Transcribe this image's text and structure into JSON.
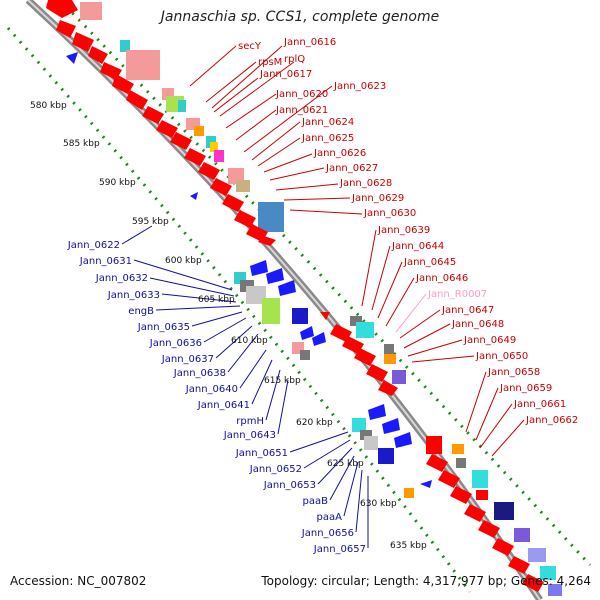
{
  "title": "Jannaschia sp. CCS1, complete genome",
  "accession": "Accession: NC_007802",
  "summary": "Topology: circular; Length: 4,317,977 bp; Genes: 4,264",
  "colors": {
    "forward_label": "#cc0000",
    "reverse_label": "#1010a0",
    "rna_label": "#ff99cc",
    "tick_label": "#111111",
    "backbone": "#888888",
    "dots": "#1a8a1a",
    "forward_gene": "#ff0000",
    "reverse_gene": "#1a1aff"
  },
  "ticks": [
    "580 kbp",
    "585 kbp",
    "590 kbp",
    "595 kbp",
    "600 kbp",
    "605 kbp",
    "610 kbp",
    "615 kbp",
    "620 kbp",
    "625 kbp",
    "630 kbp",
    "635 kbp"
  ],
  "forward_labels": [
    "secY",
    "rpsM",
    "rplQ",
    "Jann_0616",
    "Jann_0617",
    "Jann_0620",
    "Jann_0621",
    "Jann_0623",
    "Jann_0624",
    "Jann_0625",
    "Jann_0626",
    "Jann_0627",
    "Jann_0628",
    "Jann_0629",
    "Jann_0630",
    "Jann_0639",
    "Jann_0644",
    "Jann_0645",
    "Jann_0646",
    "Jann_R0007",
    "Jann_0647",
    "Jann_0648",
    "Jann_0649",
    "Jann_0650",
    "Jann_0658",
    "Jann_0659",
    "Jann_0661",
    "Jann_0662"
  ],
  "reverse_labels": [
    "Jann_0622",
    "Jann_0631",
    "Jann_0632",
    "Jann_0633",
    "engB",
    "Jann_0635",
    "Jann_0636",
    "Jann_0637",
    "Jann_0638",
    "Jann_0640",
    "Jann_0641",
    "rpmH",
    "Jann_0643",
    "Jann_0651",
    "Jann_0652",
    "Jann_0653",
    "paaB",
    "paaA",
    "Jann_0656",
    "Jann_0657"
  ]
}
